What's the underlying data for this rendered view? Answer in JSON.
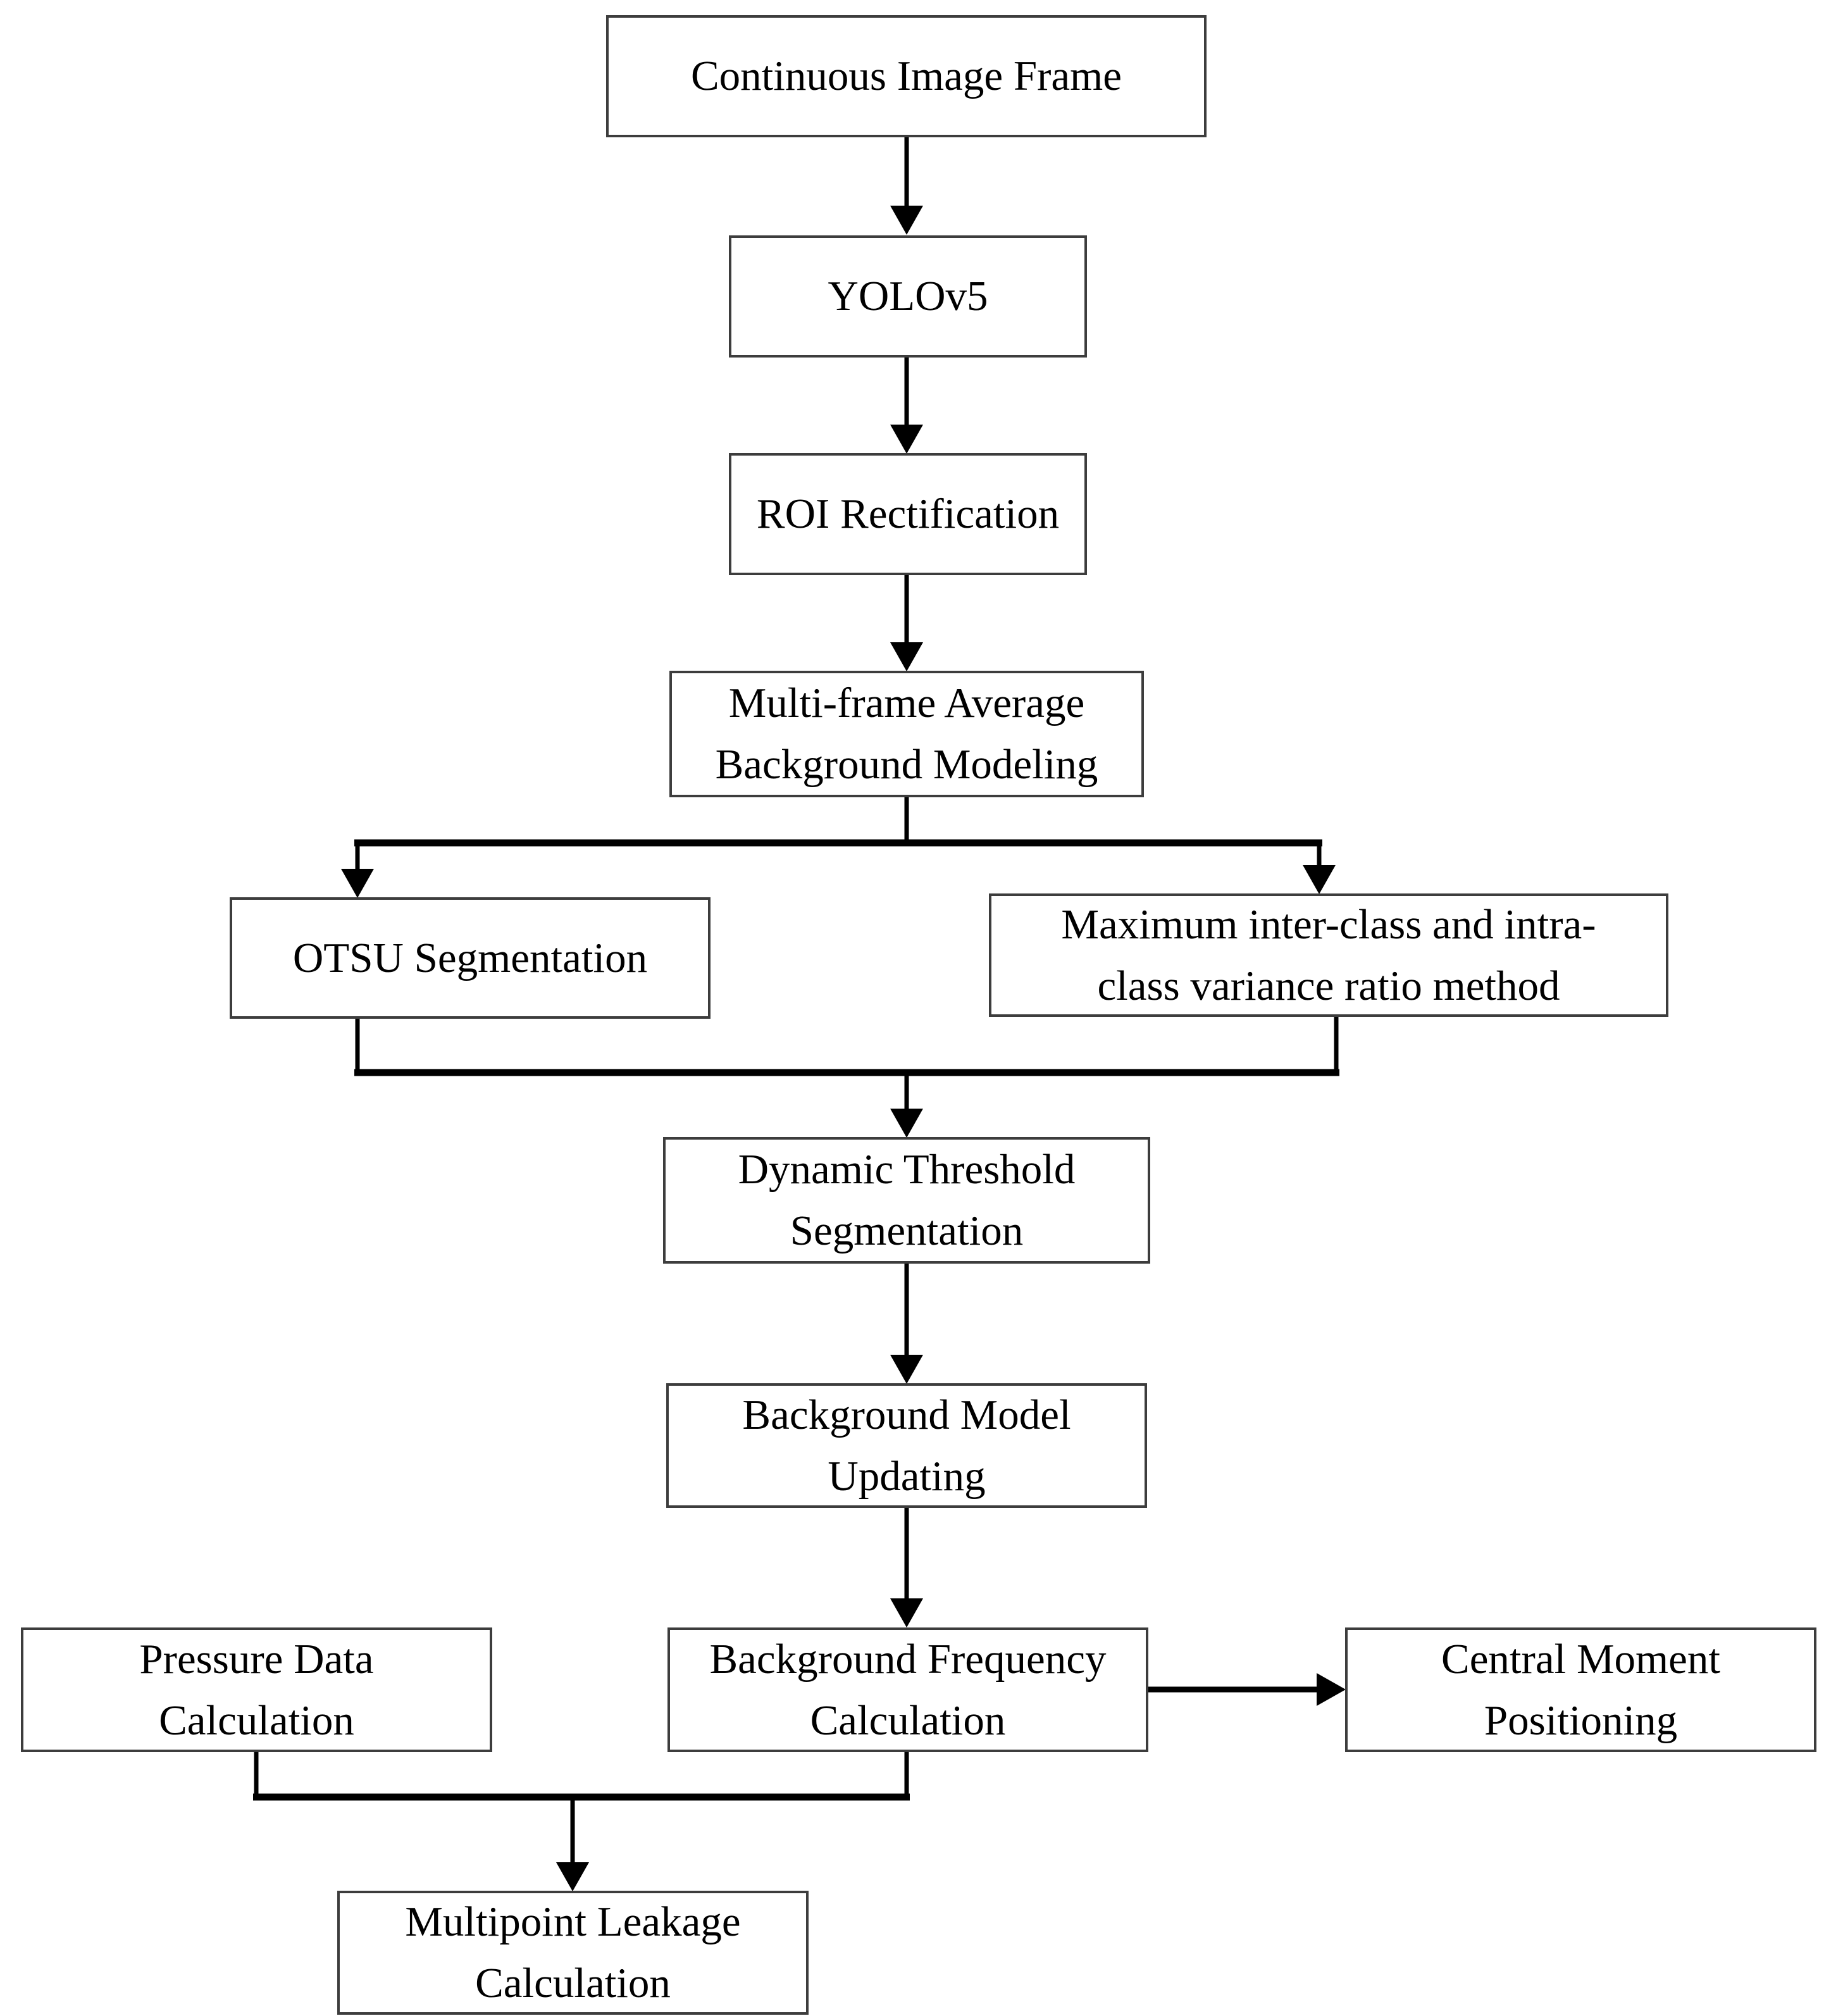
{
  "diagram_type": "flowchart",
  "colors": {
    "background": "#ffffff",
    "box_fill": "#ffffff",
    "box_border": "#3d3d3d",
    "connector_line": "#000000",
    "text": "#000000"
  },
  "nodes": {
    "continuous_image_frame": {
      "label": "Continuous Image Frame",
      "line1": "Continuous Image Frame"
    },
    "yolov5": {
      "label": "YOLOv5",
      "line1": "YOLOv5"
    },
    "roi_rectification": {
      "label": "ROI Rectification",
      "line1": "ROI Rectification"
    },
    "multiframe_background_modeling": {
      "label": "Multi-frame Average Background Modeling",
      "line1": "Multi-frame Average",
      "line2": "Background Modeling"
    },
    "otsu_segmentation": {
      "label": "OTSU Segmentation",
      "line1": "OTSU Segmentation"
    },
    "max_variance_ratio_method": {
      "label": "Maximum inter-class and intra-class variance ratio method",
      "line1": "Maximum inter-class and intra-",
      "line2": "class variance ratio method"
    },
    "dynamic_threshold_segmentation": {
      "label": "Dynamic Threshold Segmentation",
      "line1": "Dynamic Threshold",
      "line2": "Segmentation"
    },
    "background_model_updating": {
      "label": "Background Model Updating",
      "line1": "Background Model",
      "line2": "Updating"
    },
    "pressure_data_calculation": {
      "label": "Pressure Data Calculation",
      "line1": "Pressure Data",
      "line2": "Calculation"
    },
    "background_frequency_calculation": {
      "label": "Background Frequency Calculation",
      "line1": "Background Frequency",
      "line2": "Calculation"
    },
    "central_moment_positioning": {
      "label": "Central Moment Positioning",
      "line1": "Central Moment",
      "line2": "Positioning"
    },
    "multipoint_leakage_calculation": {
      "label": "Multipoint Leakage Calculation",
      "line1": "Multipoint Leakage",
      "line2": "Calculation"
    }
  },
  "edges": [
    {
      "from": "Continuous Image Frame",
      "to": "YOLOv5"
    },
    {
      "from": "YOLOv5",
      "to": "ROI Rectification"
    },
    {
      "from": "ROI Rectification",
      "to": "Multi-frame Average Background Modeling"
    },
    {
      "from": "Multi-frame Average Background Modeling",
      "to": "OTSU Segmentation"
    },
    {
      "from": "Multi-frame Average Background Modeling",
      "to": "Maximum inter-class and intra-class variance ratio method"
    },
    {
      "from": "OTSU Segmentation",
      "to": "Dynamic Threshold Segmentation"
    },
    {
      "from": "Maximum inter-class and intra-class variance ratio method",
      "to": "Dynamic Threshold Segmentation"
    },
    {
      "from": "Dynamic Threshold Segmentation",
      "to": "Background Model Updating"
    },
    {
      "from": "Background Model Updating",
      "to": "Background Frequency Calculation"
    },
    {
      "from": "Background Frequency Calculation",
      "to": "Central Moment Positioning"
    },
    {
      "from": "Background Frequency Calculation",
      "to": "Multipoint Leakage Calculation"
    },
    {
      "from": "Pressure Data Calculation",
      "to": "Multipoint Leakage Calculation"
    }
  ]
}
